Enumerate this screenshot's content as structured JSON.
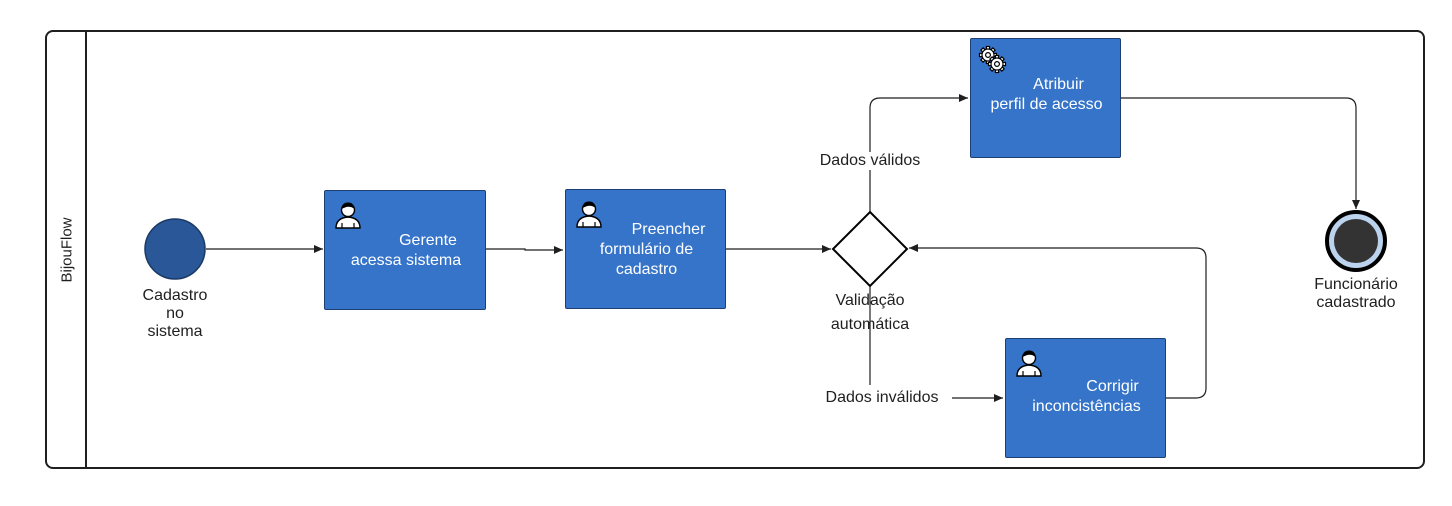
{
  "pool": {
    "lane_name": "BijouFlow"
  },
  "start_event": {
    "label_lines": [
      "Cadastro",
      "no",
      "sistema"
    ]
  },
  "tasks": {
    "gerente": {
      "type": "user",
      "label_lines": [
        "Gerente",
        "acessa sistema"
      ]
    },
    "preencher": {
      "type": "user",
      "label_lines": [
        "Preencher",
        "formulário de",
        "cadastro"
      ]
    },
    "atribuir": {
      "type": "service",
      "label_lines": [
        "Atribuir",
        "perfil de acesso"
      ]
    },
    "corrigir": {
      "type": "user",
      "label_lines": [
        "Corrigir",
        "inconcistências"
      ]
    }
  },
  "gateway": {
    "type": "exclusive",
    "label_lines": [
      "Validação",
      "automática"
    ]
  },
  "flows": {
    "valid_label": "Dados válidos",
    "invalid_label": "Dados inválidos"
  },
  "end_event": {
    "label_lines": [
      "Funcionário",
      "cadastrado"
    ]
  },
  "colors": {
    "task_fill": "#3574c9",
    "start_fill": "#2a5798",
    "end_fill": "#333333",
    "end_ring": "#bcd3ee"
  }
}
